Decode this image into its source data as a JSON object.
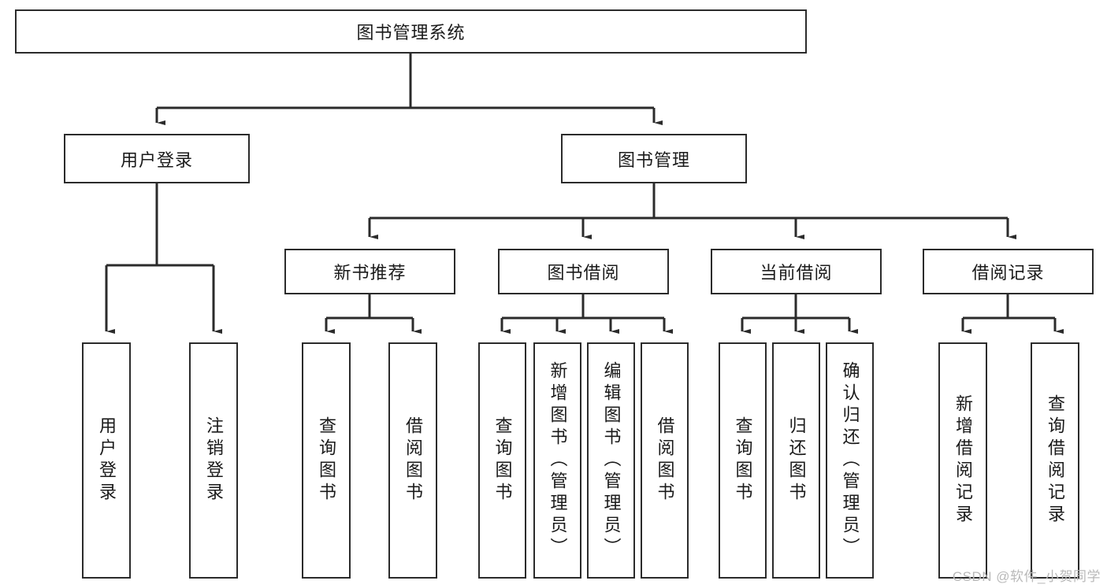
{
  "diagram": {
    "title": "图书管理系统",
    "type": "hierarchy-tree",
    "root": {
      "id": "root",
      "label": "图书管理系统"
    },
    "level1": [
      {
        "id": "login",
        "label": "用户登录"
      },
      {
        "id": "bookmgmt",
        "label": "图书管理"
      }
    ],
    "level2": [
      {
        "id": "newbook",
        "label": "新书推荐",
        "parent": "bookmgmt"
      },
      {
        "id": "borrow",
        "label": "图书借阅",
        "parent": "bookmgmt"
      },
      {
        "id": "current",
        "label": "当前借阅",
        "parent": "bookmgmt"
      },
      {
        "id": "records",
        "label": "借阅记录",
        "parent": "bookmgmt"
      }
    ],
    "leaves": [
      {
        "id": "leaf1",
        "label": "用户登录",
        "parent": "login"
      },
      {
        "id": "leaf2",
        "label": "注销登录",
        "parent": "login"
      },
      {
        "id": "leaf3",
        "label": "查询图书",
        "parent": "newbook"
      },
      {
        "id": "leaf4",
        "label": "借阅图书",
        "parent": "newbook"
      },
      {
        "id": "leaf5",
        "label": "查询图书",
        "parent": "borrow"
      },
      {
        "id": "leaf6",
        "label": "新增图书（管理员）",
        "parent": "borrow"
      },
      {
        "id": "leaf7",
        "label": "编辑图书（管理员）",
        "parent": "borrow"
      },
      {
        "id": "leaf8",
        "label": "借阅图书",
        "parent": "borrow"
      },
      {
        "id": "leaf9",
        "label": "查询图书",
        "parent": "current"
      },
      {
        "id": "leaf10",
        "label": "归还图书",
        "parent": "current"
      },
      {
        "id": "leaf11",
        "label": "确认归还（管理员）",
        "parent": "current"
      },
      {
        "id": "leaf12",
        "label": "新增借阅记录",
        "parent": "records"
      },
      {
        "id": "leaf13",
        "label": "查询借阅记录",
        "parent": "records"
      }
    ],
    "colors": {
      "stroke": "#2b2b2b",
      "fill": "#ffffff",
      "text": "#1a1a1a",
      "watermark": "#b9b9b9"
    }
  },
  "watermark": {
    "text": "CSDN @软件_小贺同学"
  }
}
